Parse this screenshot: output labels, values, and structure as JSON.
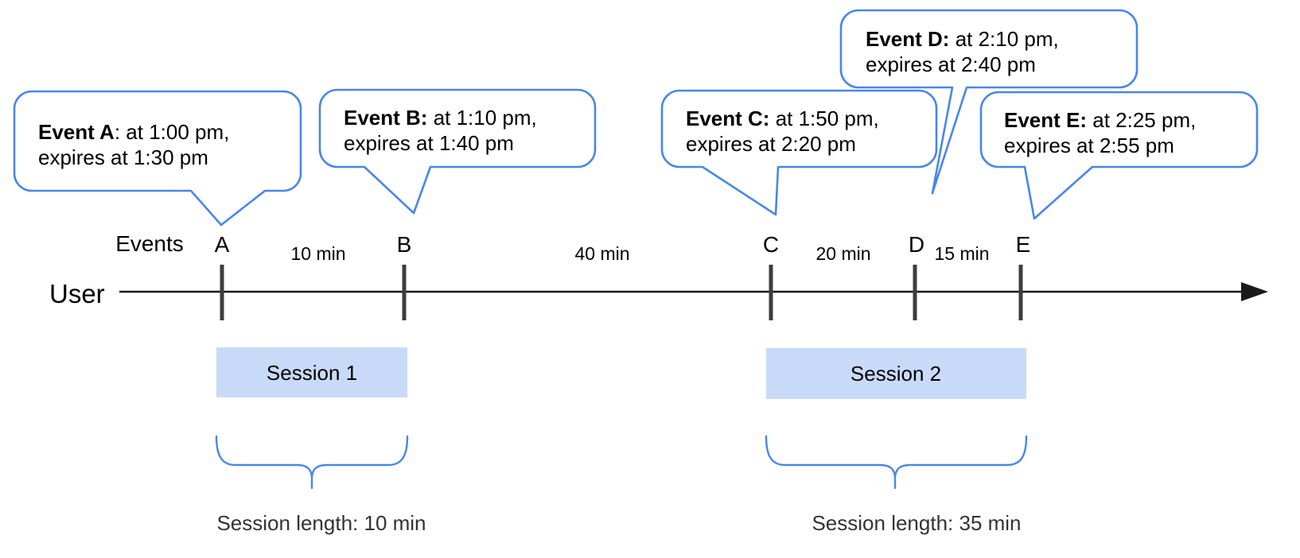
{
  "colors": {
    "accent_blue": "#4a86e8",
    "session_fill": "#c9daf8",
    "tick_gray": "#3d3d3d",
    "line_black": "#1a1a1a",
    "text_black": "#000000",
    "caption_gray": "#333333"
  },
  "timeline": {
    "user_label": "User",
    "events_label": "Events"
  },
  "events": [
    {
      "label": "A",
      "callout_bold": "Event A",
      "callout_rest": ": at 1:00 pm,",
      "callout_line2": "expires at 1:30 pm"
    },
    {
      "label": "B",
      "callout_bold": "Event B:",
      "callout_rest": " at 1:10 pm,",
      "callout_line2": "expires at 1:40 pm"
    },
    {
      "label": "C",
      "callout_bold": "Event C:",
      "callout_rest": " at 1:50 pm,",
      "callout_line2": "expires at 2:20 pm"
    },
    {
      "label": "D",
      "callout_bold": "Event D:",
      "callout_rest": " at 2:10 pm,",
      "callout_line2": "expires at 2:40 pm"
    },
    {
      "label": "E",
      "callout_bold": "Event E:",
      "callout_rest": " at 2:25 pm,",
      "callout_line2": "expires at 2:55 pm"
    }
  ],
  "gaps": [
    {
      "label": "10 min"
    },
    {
      "label": "40 min"
    },
    {
      "label": "20 min"
    },
    {
      "label": "15 min"
    }
  ],
  "sessions": [
    {
      "label": "Session 1",
      "caption": "Session length: 10 min"
    },
    {
      "label": "Session 2",
      "caption": "Session length: 35 min"
    }
  ]
}
